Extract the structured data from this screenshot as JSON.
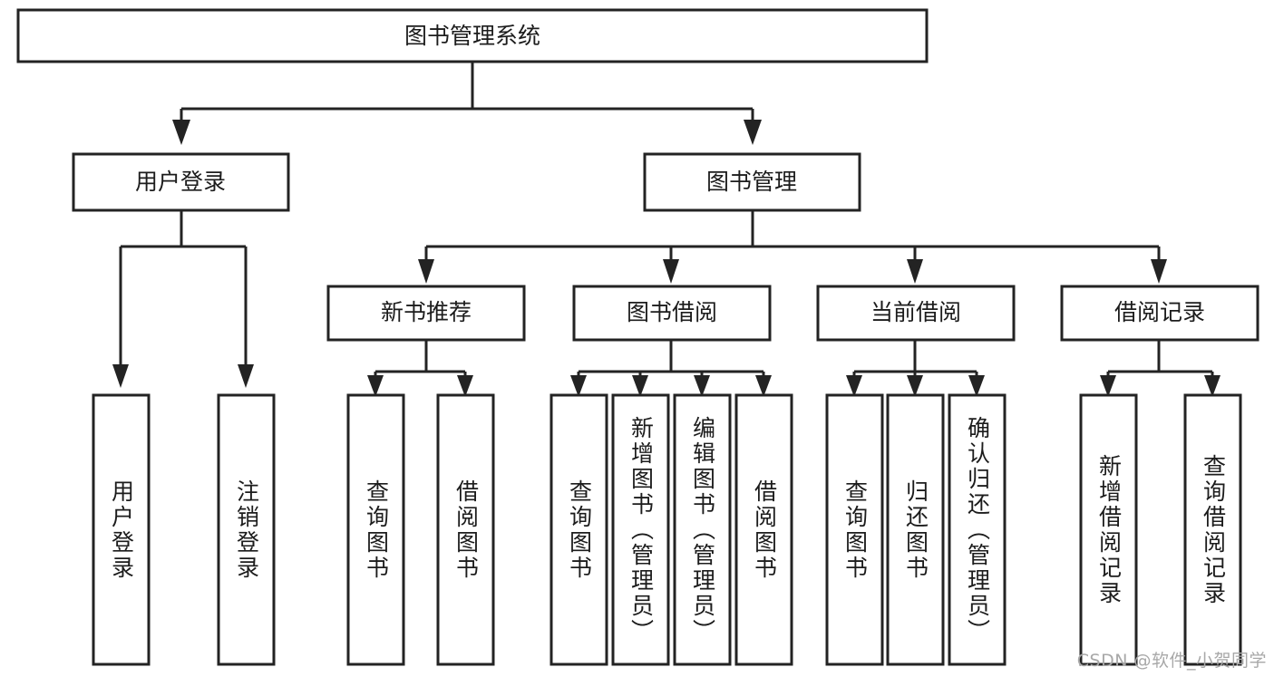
{
  "diagram": {
    "title": "图书管理系统",
    "type": "tree-hierarchy-diagram",
    "colors": {
      "stroke": "#232323",
      "fill": "#ffffff",
      "text": "#1c1c1c",
      "watermark": "#a8a8a8"
    },
    "levels": {
      "root_label": "图书管理系统",
      "level2": [
        {
          "label": "用户登录"
        },
        {
          "label": "图书管理"
        }
      ],
      "level3": [
        {
          "label": "新书推荐"
        },
        {
          "label": "图书借阅"
        },
        {
          "label": "当前借阅"
        },
        {
          "label": "借阅记录"
        }
      ]
    },
    "leaves": {
      "user_login": [
        {
          "label": "用户登录"
        },
        {
          "label": "注销登录"
        }
      ],
      "new_book_recommend": [
        {
          "label": "查询图书"
        },
        {
          "label": "借阅图书"
        }
      ],
      "book_borrow": [
        {
          "label": "查询图书"
        },
        {
          "label": "新增图书（管理员）"
        },
        {
          "label": "编辑图书（管理员）"
        },
        {
          "label": "借阅图书"
        }
      ],
      "current_borrow": [
        {
          "label": "查询图书"
        },
        {
          "label": "归还图书"
        },
        {
          "label": "确认归还（管理员）"
        }
      ],
      "borrow_record": [
        {
          "label": "新增借阅记录"
        },
        {
          "label": "查询借阅记录"
        }
      ]
    },
    "watermark": "CSDN @软件_小贺同学"
  }
}
